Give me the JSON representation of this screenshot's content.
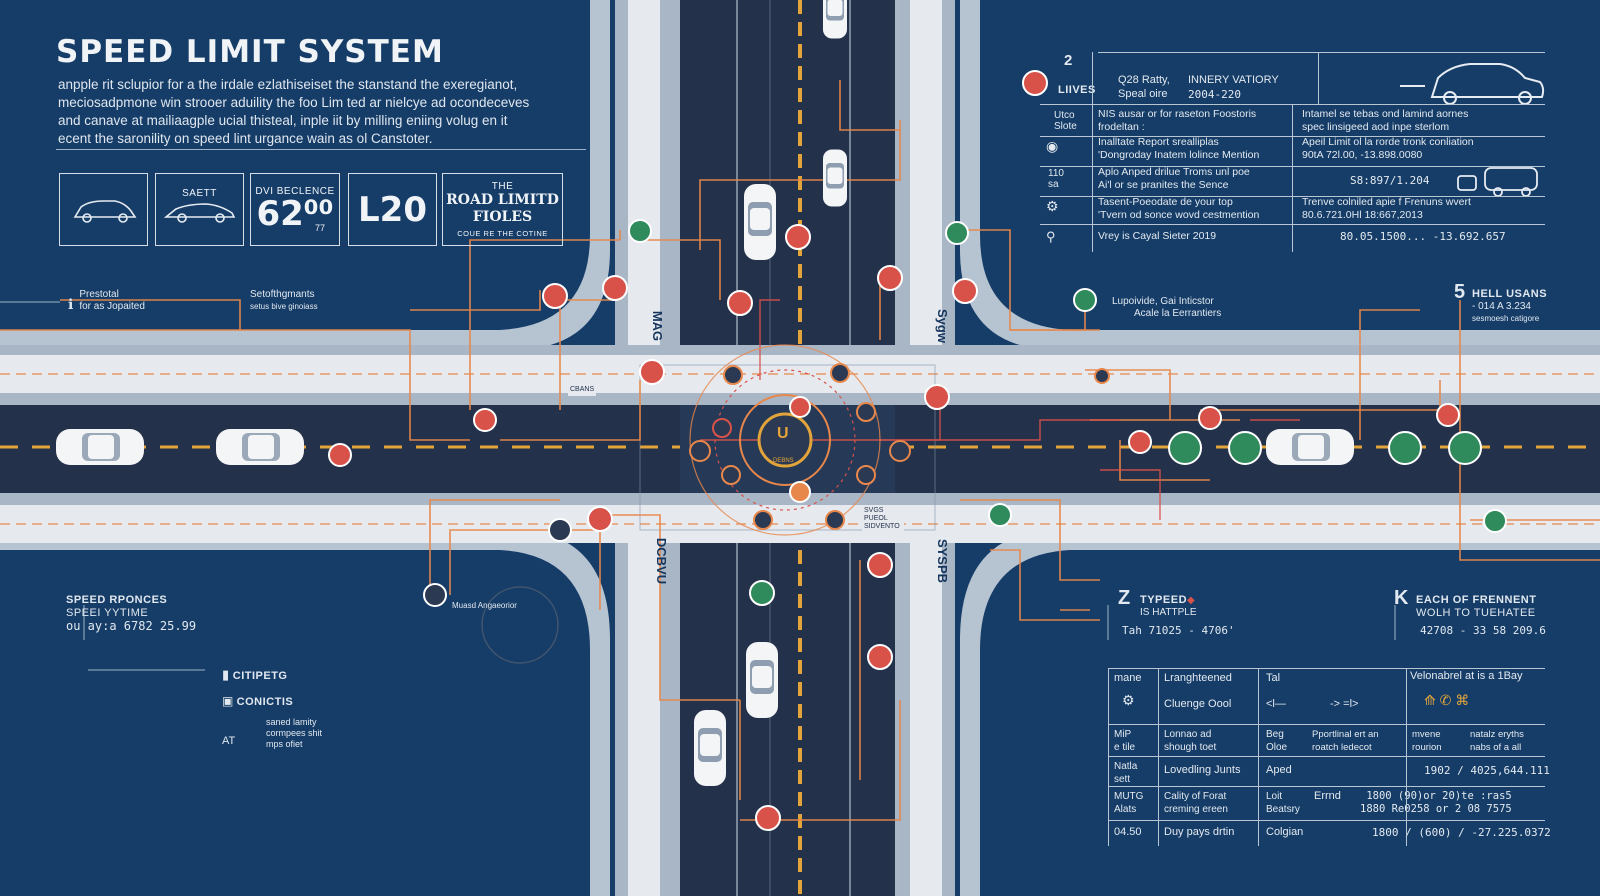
{
  "header": {
    "title": "SPEED LIMIT SYSTEM",
    "intro": [
      "anpple rit sclupior for a the irdale ezlathiseiset the stanstand the exeregianot,",
      "meciosadpmone win strooer aduility the foo Lim ted ar nielcye ad ocondeceves",
      "and canave at mailiaagple ucial thisteal, inple iit by milling eniing volug en it",
      "ecent the saronility on speed lint urgance wain as ol Canstoter."
    ]
  },
  "cards": [
    {
      "cap": "",
      "big": "",
      "sub": "",
      "icon": "car-icon"
    },
    {
      "cap": "SAETT",
      "big": "",
      "sub": "",
      "icon": "sports-car-icon"
    },
    {
      "cap": "DVI BECLENCE",
      "big": "62⁰⁰",
      "sub": "77"
    },
    {
      "cap": "",
      "big": "L20",
      "sub": ""
    },
    {
      "cap": "THE",
      "big": "ROAD LIMITD\nFIOLES",
      "sub": "COUE RE THE COTINE"
    }
  ],
  "left_callouts": {
    "a": {
      "line1": "Prestotal",
      "line2": "for as Jopaited"
    },
    "b": {
      "line1": "Setofthgmants",
      "line2": "setus bive ginoiass"
    },
    "speed": {
      "title": "SPEED RPONCES",
      "sub": "SPEEI YYTIME",
      "value": "ou ay:a 6782 25.99"
    },
    "c": "CITIPETG",
    "d": "CONICTIS",
    "e": {
      "pre": "AT",
      "lines": [
        "saned lamity",
        "cormpees shit",
        "mps ofiet"
      ]
    },
    "road_label": "Muasd Angaeorior"
  },
  "top_right": {
    "num": "2",
    "lives": "LIIVES",
    "head_a": "Q28 Ratty,",
    "head_b": "INNERY VATIORY",
    "speal": "Speal oire",
    "speal_val": "2004-220",
    "rows": [
      {
        "k": "Utco\nSlote",
        "a": "NIS ausar or for raseton Foostoris\nfrodeltan :",
        "b": "Intamel se tebas ond lamind aornes\nspec linsigeed aod inpe sterlom"
      },
      {
        "k": "",
        "a": "Inalltate Report srealliplas\n'Dongroday Inatem lolince Mention",
        "b": "Apeil Limit ol la rorde   tronk conliation\n90tA 72l.00,   -13.898.0080"
      },
      {
        "k": "110\nsa",
        "a": "Aplo Anped drilue Troms unl poe\nAi'l or se pranites the Sence",
        "b": "S8:897/1.204"
      },
      {
        "k": "",
        "a": "Tasent-Poeodate de your top\n'Tvern od sonce wovd cestmention",
        "b": "Trenve colniled apie   f Frenuns wvert\n80.6.721.0Hl   18:667,2013"
      },
      {
        "k": "",
        "a": "Vrey is Cayal Sieter 2019",
        "b": "80.05.1500...   -13.692.657"
      }
    ]
  },
  "mid_right": {
    "hell": {
      "num": "5",
      "title": "HELL USANS",
      "sub": "- 014 A 3.234",
      "sub2": "sesmoesh catigore"
    },
    "lupo": {
      "line1": "Lupoivide, Gai Inticstor",
      "line2": "Acale la Eerrantiers"
    },
    "typeed": {
      "title": "TYPEED",
      "sub": "IS HATTPLE",
      "value": "Tah 71025 - 4706'"
    },
    "each": {
      "title": "EACH OF FRENNENT",
      "sub": "WOLH TO TUEHATEE",
      "value": "42708 - 33 58 209.6"
    }
  },
  "bottom_table": {
    "rows": [
      [
        "mane",
        "Lranghteened",
        "Tal",
        "",
        "Velonabrel at is a 1Bay"
      ],
      [
        "",
        "Cluenge Oool",
        "<l—",
        "->   =l>",
        ""
      ],
      [
        "MiP\ne tile",
        "Lonnao ad\nshough toet",
        "Beg\nOloe",
        "Pportlinal ert an\nroatch ledecot",
        "mvene\nrourion",
        "natalz eryths\nnabs of a all"
      ],
      [
        "Natla\nsett",
        "Lovedling Junts",
        "Aped",
        "",
        "1902 / 4025,644.111"
      ],
      [
        "MUTG\nAlats",
        "Cality of Forat\ncreming ereen",
        "Loit\nBeatsry",
        "Errnd",
        "1800 (90)or 20)te   :ras5\n1880 Re0258 or 2 08 7575"
      ],
      [
        "04.50",
        "Duy pays drtin",
        "Colgian",
        "",
        "1800 / (600) / -27.225.0372"
      ]
    ]
  },
  "road_text": {
    "a": "MAG",
    "b": "Sygw",
    "c": "DCBVU",
    "d": "SYSPB",
    "badge1": "CBANS",
    "badge2": "SVGS PUEOL",
    "badge3": "SIDVENTO",
    "center": "U",
    "center_sub": "DEBNS"
  },
  "colors": {
    "background": "#163d68",
    "road_light": "#dfe4ea",
    "asphalt": "#23314a",
    "lane_yellow": "#e3a53a",
    "wire_orange": "#e8874b",
    "wire_red": "#d9524a",
    "sign_green": "#2f8a5c"
  }
}
